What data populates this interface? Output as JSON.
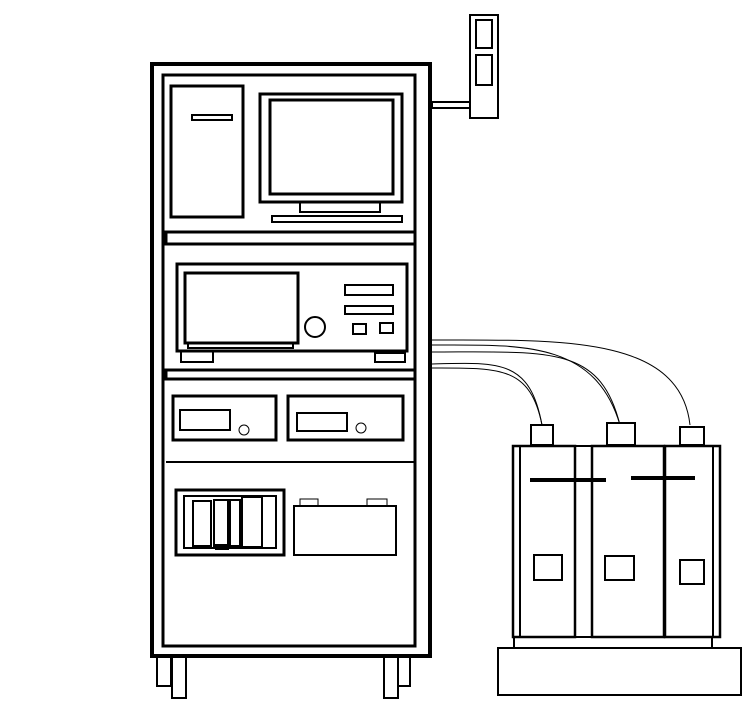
{
  "diagram": {
    "stroke_color": "#000000",
    "background_color": "#ffffff",
    "components": [
      "equipment-rack",
      "computer-tower",
      "crt-monitor",
      "side-mounted-controller",
      "instrument-unit",
      "dual-controller-module",
      "power-supply-module",
      "gas-cylinders",
      "cylinder-base-pallet",
      "gas-lines"
    ]
  }
}
